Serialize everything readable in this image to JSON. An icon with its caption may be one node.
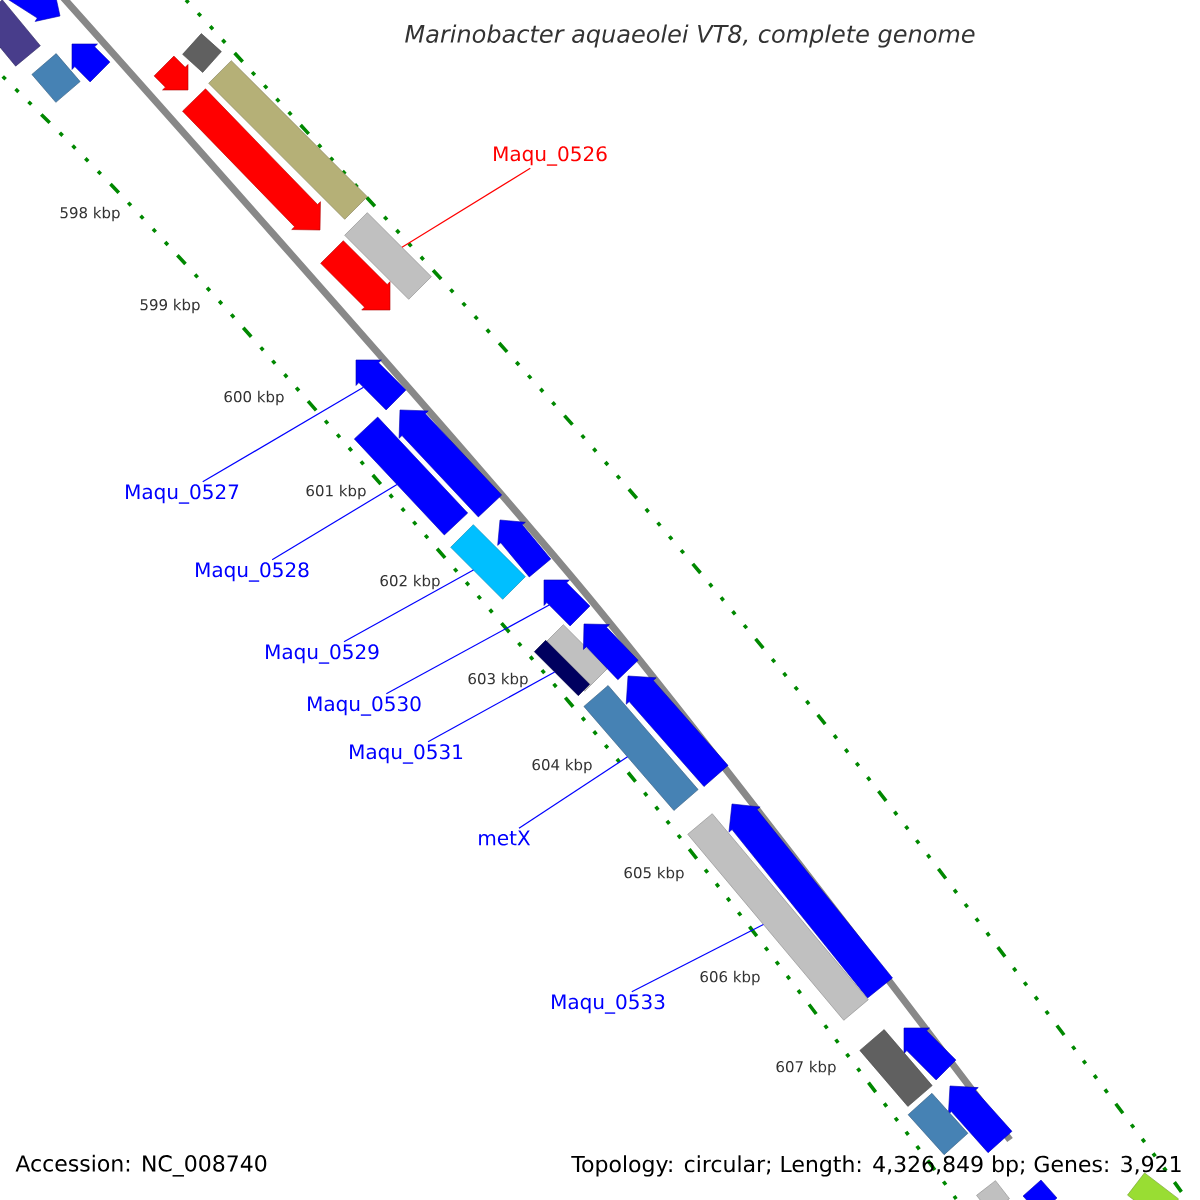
{
  "diagram": {
    "title": "Marinobacter aquaeolei VT8, complete genome",
    "nodes": [
      {
        "text": [
          "Maqu_0526"
        ]
      },
      {
        "text": [
          "Maqu_0527"
        ]
      },
      {
        "text": [
          "Maqu_0528"
        ]
      },
      {
        "text": [
          "Maqu_0529"
        ]
      },
      {
        "text": [
          "Maqu_0530"
        ]
      },
      {
        "text": [
          "Maqu_0531"
        ]
      },
      {
        "text": [
          "metX"
        ]
      },
      {
        "text": [
          "Maqu_0533"
        ]
      },
      {
        "text": [],
        "shape": "bar"
      },
      {
        "text": [],
        "shape": "arrow"
      },
      {
        "text": [],
        "shape": "arrow"
      },
      {
        "text": [],
        "shape": "bar"
      },
      {
        "text": [],
        "shape": "bar"
      },
      {
        "text": [],
        "shape": "arrow"
      },
      {
        "text": [],
        "shape": "bar"
      },
      {
        "text": [],
        "shape": "arrow"
      },
      {
        "text": [],
        "shape": "bar"
      },
      {
        "text": [],
        "shape": "arrow"
      },
      {
        "text": [],
        "shape": "arrow"
      },
      {
        "text": [],
        "shape": "arrow"
      },
      {
        "text": [],
        "shape": "bar"
      },
      {
        "text": [],
        "shape": "arrow"
      },
      {
        "text": [],
        "shape": "bar"
      },
      {
        "text": [],
        "shape": "arrow"
      },
      {
        "text": [],
        "shape": "bar"
      },
      {
        "text": [],
        "shape": "bar"
      },
      {
        "text": [],
        "shape": "arrow"
      },
      {
        "text": [],
        "shape": "bar"
      },
      {
        "text": [],
        "shape": "arrow"
      },
      {
        "text": [],
        "shape": "arrow"
      },
      {
        "text": [],
        "shape": "bar"
      },
      {
        "text": [],
        "shape": "arrow"
      },
      {
        "text": [],
        "shape": "bar"
      },
      {
        "text": [],
        "shape": "arrow"
      },
      {
        "text": [],
        "shape": "bar"
      },
      {
        "text": [],
        "shape": "bar"
      },
      {
        "text": [],
        "shape": "bar"
      },
      {
        "text": [],
        "shape": "bar"
      }
    ],
    "edges": [
      {
        "from": 0,
        "to": 16,
        "arrow": "none",
        "color": "#ff0000"
      },
      {
        "from": 1,
        "to": 18,
        "arrow": "none"
      },
      {
        "from": 2,
        "to": 20,
        "arrow": "none"
      },
      {
        "from": 3,
        "to": 22,
        "arrow": "none"
      },
      {
        "from": 4,
        "to": 23,
        "arrow": "none"
      },
      {
        "from": 5,
        "to": 25,
        "arrow": "none"
      },
      {
        "from": 6,
        "to": 27,
        "arrow": "none"
      },
      {
        "from": 7,
        "to": 30,
        "arrow": "none"
      }
    ],
    "labels": [
      "598 kbp",
      "599 kbp",
      "600 kbp",
      "601 kbp",
      "602 kbp",
      "603 kbp",
      "604 kbp",
      "605 kbp",
      "606 kbp",
      "607 kbp",
      "Accession: NC_008740",
      "Topology: circular; Length: 4,326,849 bp; Genes: 3,921"
    ]
  }
}
